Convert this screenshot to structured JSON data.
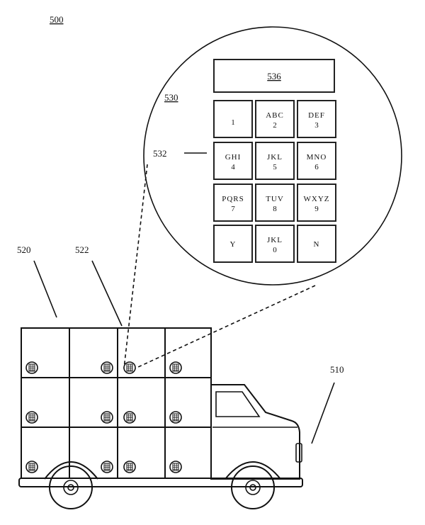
{
  "figure_label": "500",
  "ref_labels": {
    "truck": "510",
    "storage": "520",
    "locker": "522",
    "keypad_zoom": "530",
    "keypad": "532",
    "display": "536"
  },
  "keypad": {
    "keys": [
      {
        "letters": "",
        "digit": "1"
      },
      {
        "letters": "ABC",
        "digit": "2"
      },
      {
        "letters": "DEF",
        "digit": "3"
      },
      {
        "letters": "GHI",
        "digit": "4"
      },
      {
        "letters": "JKL",
        "digit": "5"
      },
      {
        "letters": "MNO",
        "digit": "6"
      },
      {
        "letters": "PQRS",
        "digit": "7"
      },
      {
        "letters": "TUV",
        "digit": "8"
      },
      {
        "letters": "WXYZ",
        "digit": "9"
      },
      {
        "letters": "Y",
        "digit": ""
      },
      {
        "letters": "JKL",
        "digit": "0"
      },
      {
        "letters": "N",
        "digit": ""
      }
    ]
  },
  "icons": {
    "locker_keypad": "keypad-icon",
    "wheel": "wheel-icon"
  }
}
